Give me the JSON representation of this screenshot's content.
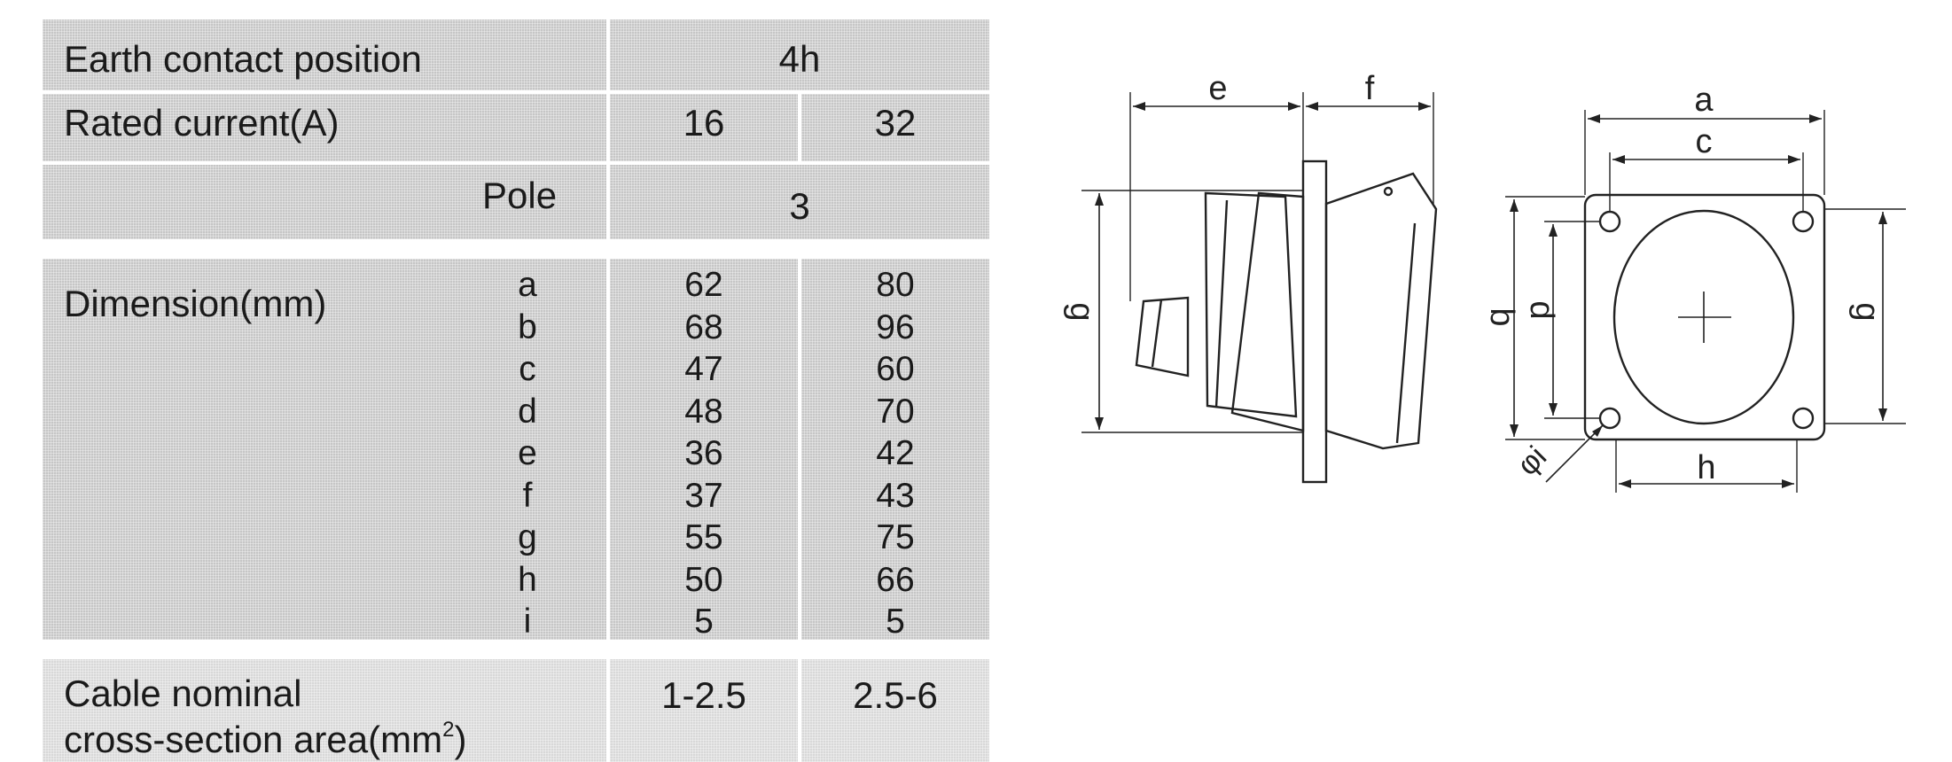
{
  "table": {
    "earth_label": "Earth contact position",
    "earth_value": "4h",
    "rated_label": "Rated current(A)",
    "rated_16": "16",
    "rated_32": "32",
    "pole_label": "Pole",
    "pole_value": "3",
    "dimension_label": "Dimension(mm)",
    "dim_letters": [
      "a",
      "b",
      "c",
      "d",
      "e",
      "f",
      "g",
      "h",
      "i"
    ],
    "dim_16": [
      "62",
      "68",
      "47",
      "48",
      "36",
      "37",
      "55",
      "50",
      "5"
    ],
    "dim_32": [
      "80",
      "96",
      "60",
      "70",
      "42",
      "43",
      "75",
      "66",
      "5"
    ],
    "cable_label_line1": "Cable nominal",
    "cable_label_line2": "cross-section area(mm",
    "cable_label_sup": "2",
    "cable_label_close": ")",
    "cable_16": "1-2.5",
    "cable_32": "2.5-6"
  },
  "drawing": {
    "side_labels": {
      "e": "e",
      "f": "f",
      "g": "g"
    },
    "front_labels": {
      "a": "a",
      "c": "c",
      "b": "b",
      "d": "d",
      "g": "g",
      "h": "h",
      "i": "φi"
    }
  }
}
